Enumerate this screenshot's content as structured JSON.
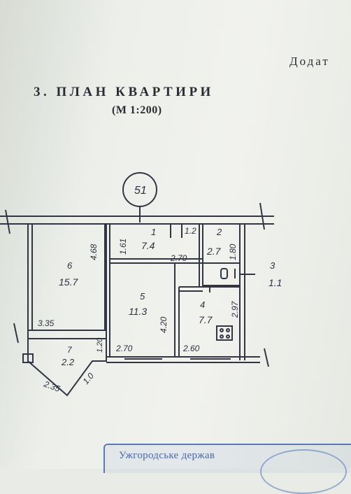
{
  "document": {
    "header_right": "Додат",
    "title": "3. ПЛАН КВАРТИРИ",
    "scale": "(М 1:200)",
    "plan_number": "51",
    "stamp_text": "Ужгородське держав"
  },
  "rooms": [
    {
      "id": "1",
      "area": "7.4"
    },
    {
      "id": "2",
      "area": "2.7"
    },
    {
      "id": "3",
      "area": "1.1"
    },
    {
      "id": "4",
      "area": "7.7"
    },
    {
      "id": "5",
      "area": "11.3"
    },
    {
      "id": "6",
      "area": "15.7"
    },
    {
      "id": "7",
      "area": "2.2"
    }
  ],
  "dimensions": {
    "d1": "4.68",
    "d2": "1.61",
    "d3": "2.70",
    "d4": "1.2",
    "d5": "1.80",
    "d6": "4.20",
    "d7": "2.97",
    "d8": "3.35",
    "d9": "1.20",
    "d10": "2.70",
    "d11": "2.60",
    "d12": "2.35",
    "d13": "1.0"
  }
}
